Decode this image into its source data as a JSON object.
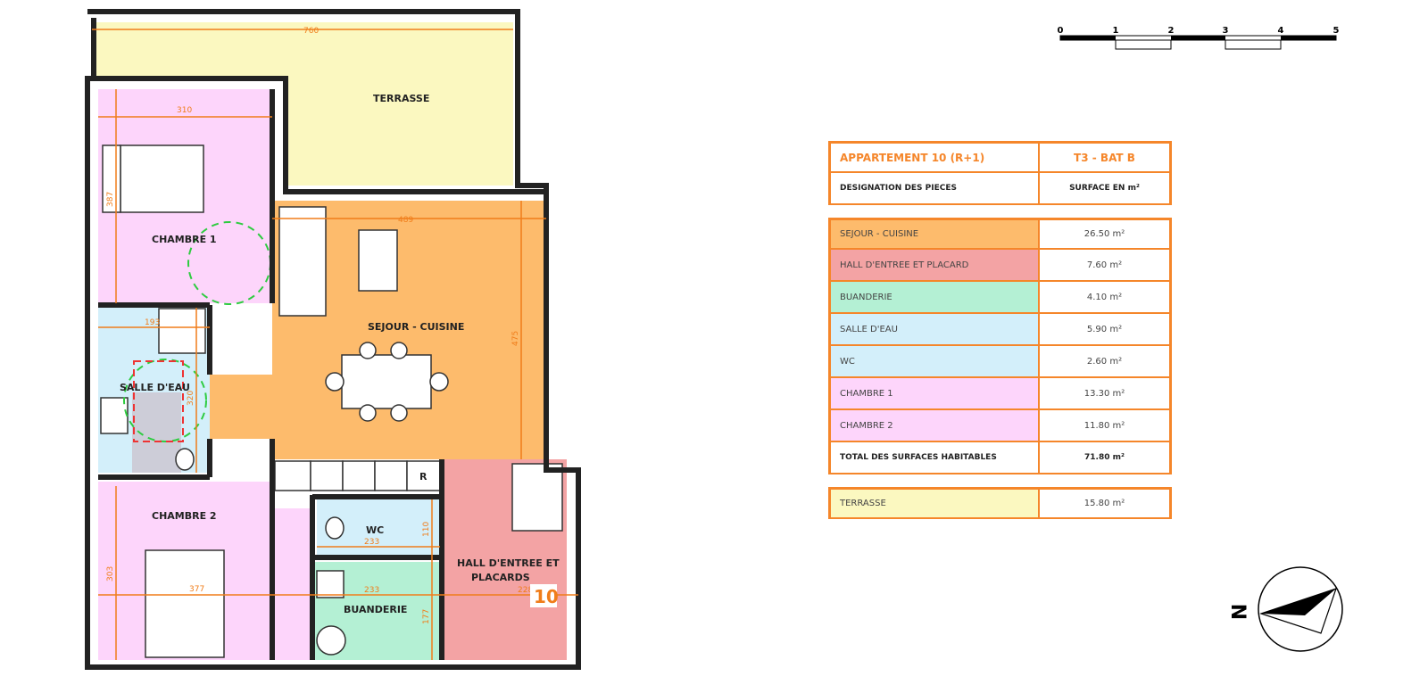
{
  "plan": {
    "rooms": {
      "terrasse": "TERRASSE",
      "chambre1": "CHAMBRE 1",
      "sejour": "SEJOUR - CUISINE",
      "salle_eau": "SALLE D'EAU",
      "chambre2": "CHAMBRE 2",
      "wc": "WC",
      "buanderie": "BUANDERIE",
      "hall1": "HALL D'ENTREE ET",
      "hall2": "PLACARDS",
      "fridge": "R",
      "apt_number": "10"
    },
    "dimensions": {
      "d760": "760",
      "d310": "310",
      "d387": "387",
      "d489": "489",
      "d475": "475",
      "d193": "193",
      "d320": "320",
      "d303": "303",
      "d377": "377",
      "d233a": "233",
      "d110": "110",
      "d233b": "233",
      "d177": "177",
      "d228": "228"
    },
    "colors": {
      "terrasse": "#fbf8c0",
      "chambre": "#fdd5fb",
      "sejour": "#fdbb6c",
      "salle_eau": "#d3effa",
      "hall": "#f3a3a4",
      "buanderie": "#b4f0d4",
      "dim": "#f07d1a"
    }
  },
  "scale": {
    "ticks": [
      "0",
      "1",
      "2",
      "3",
      "4",
      "5"
    ]
  },
  "compass": {
    "north": "N"
  },
  "table": {
    "title": "APPARTEMENT 10 (R+1)",
    "type": "T3 - BAT B",
    "col1": "DESIGNATION DES PIECES",
    "col2": "SURFACE EN m²",
    "rows": [
      {
        "name": "SEJOUR - CUISINE",
        "area": "26.50 m²",
        "color": "#fdbb6c"
      },
      {
        "name": "HALL D'ENTREE ET PLACARD",
        "area": "7.60 m²",
        "color": "#f3a3a4"
      },
      {
        "name": "BUANDERIE",
        "area": "4.10 m²",
        "color": "#b4f0d4"
      },
      {
        "name": "SALLE D'EAU",
        "area": "5.90 m²",
        "color": "#d3effa"
      },
      {
        "name": "WC",
        "area": "2.60 m²",
        "color": "#d3effa"
      },
      {
        "name": "CHAMBRE 1",
        "area": "13.30 m²",
        "color": "#fdd5fb"
      },
      {
        "name": "CHAMBRE 2",
        "area": "11.80 m²",
        "color": "#fdd5fb"
      }
    ],
    "total_label": "TOTAL DES SURFACES HABITABLES",
    "total_area": "71.80 m²",
    "terrasse": {
      "name": "TERRASSE",
      "area": "15.80 m²",
      "color": "#fbf8c0"
    }
  }
}
